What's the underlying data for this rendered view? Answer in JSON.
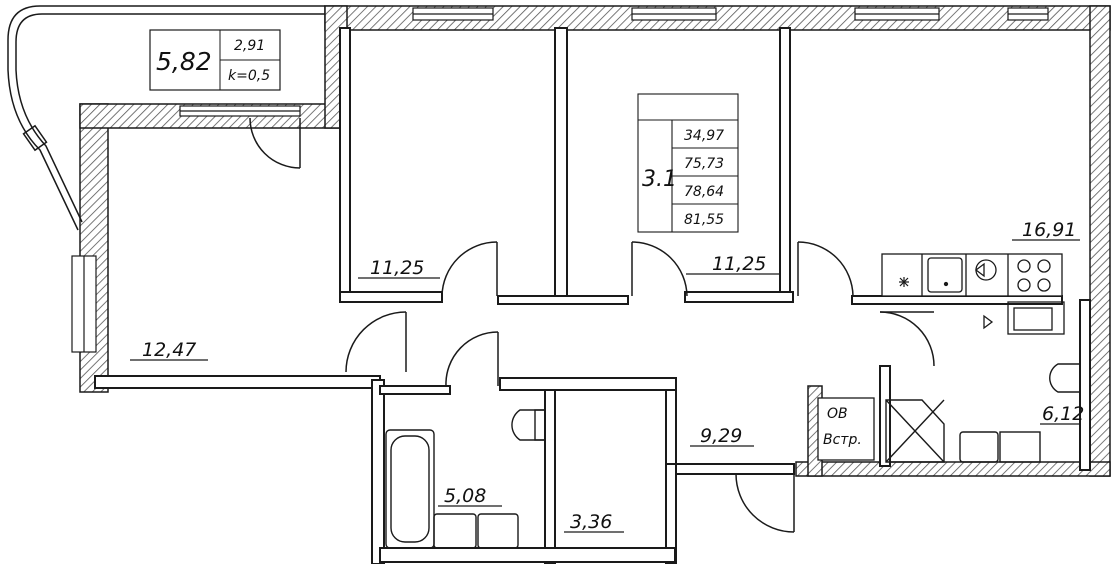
{
  "balcony": {
    "area": "5,82",
    "effective_area": "2,91",
    "coefficient": "k=0,5"
  },
  "summary": {
    "apartment_code": "3.1",
    "values": [
      "34,97",
      "75,73",
      "78,64",
      "81,55"
    ]
  },
  "rooms": [
    {
      "id": "bedroom-left",
      "area": "11,25"
    },
    {
      "id": "bedroom-middle",
      "area": "11,25"
    },
    {
      "id": "kitchen-living",
      "area": "16,91"
    },
    {
      "id": "living-room",
      "area": "12,47"
    },
    {
      "id": "bathroom-left",
      "area": "5,08"
    },
    {
      "id": "wardrobe",
      "area": "3,36"
    },
    {
      "id": "hallway",
      "area": "9,29"
    },
    {
      "id": "bathroom-right",
      "area": "6,12"
    }
  ],
  "shaft": {
    "line1": "ОВ",
    "line2": "Встр."
  },
  "colors": {
    "wall": "#1a1a1a",
    "hatch": "#555555",
    "background": "#ffffff"
  }
}
